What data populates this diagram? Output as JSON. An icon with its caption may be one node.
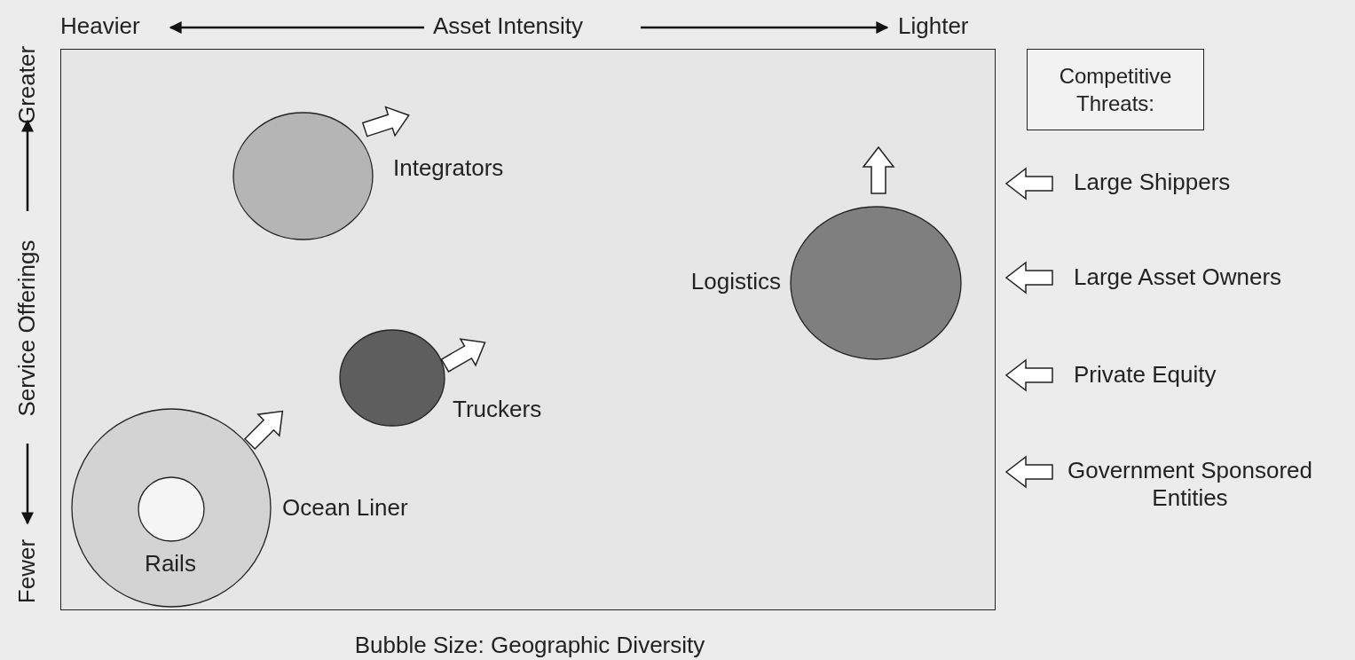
{
  "diagram": {
    "nodes": [
      {
        "text": [],
        "shape": "box"
      },
      {
        "text": [],
        "shape": "circle",
        "in": 0,
        "beside": [
          "Integrators"
        ]
      },
      {
        "text": [],
        "shape": "circle",
        "in": 0,
        "beside": [
          "Logistics"
        ]
      },
      {
        "text": [],
        "shape": "circle",
        "in": 0,
        "beside": [
          "Truckers"
        ]
      },
      {
        "text": [],
        "shape": "circle",
        "in": 0,
        "beside": [
          "Ocean Liner"
        ]
      },
      {
        "text": [],
        "shape": "circle",
        "in": 4,
        "beside": [
          "Rails"
        ]
      },
      {
        "text": [
          "Competitive Threats:"
        ]
      }
    ],
    "labels": [
      "Heavier",
      "Asset Intensity",
      "Lighter",
      "Greater",
      "Service Offerings",
      "Fewer",
      "Bubble Size: Geographic Diversity",
      "Large Shippers",
      "Large Asset Owners",
      "Private Equity",
      "Government Sponsored Entities"
    ]
  }
}
